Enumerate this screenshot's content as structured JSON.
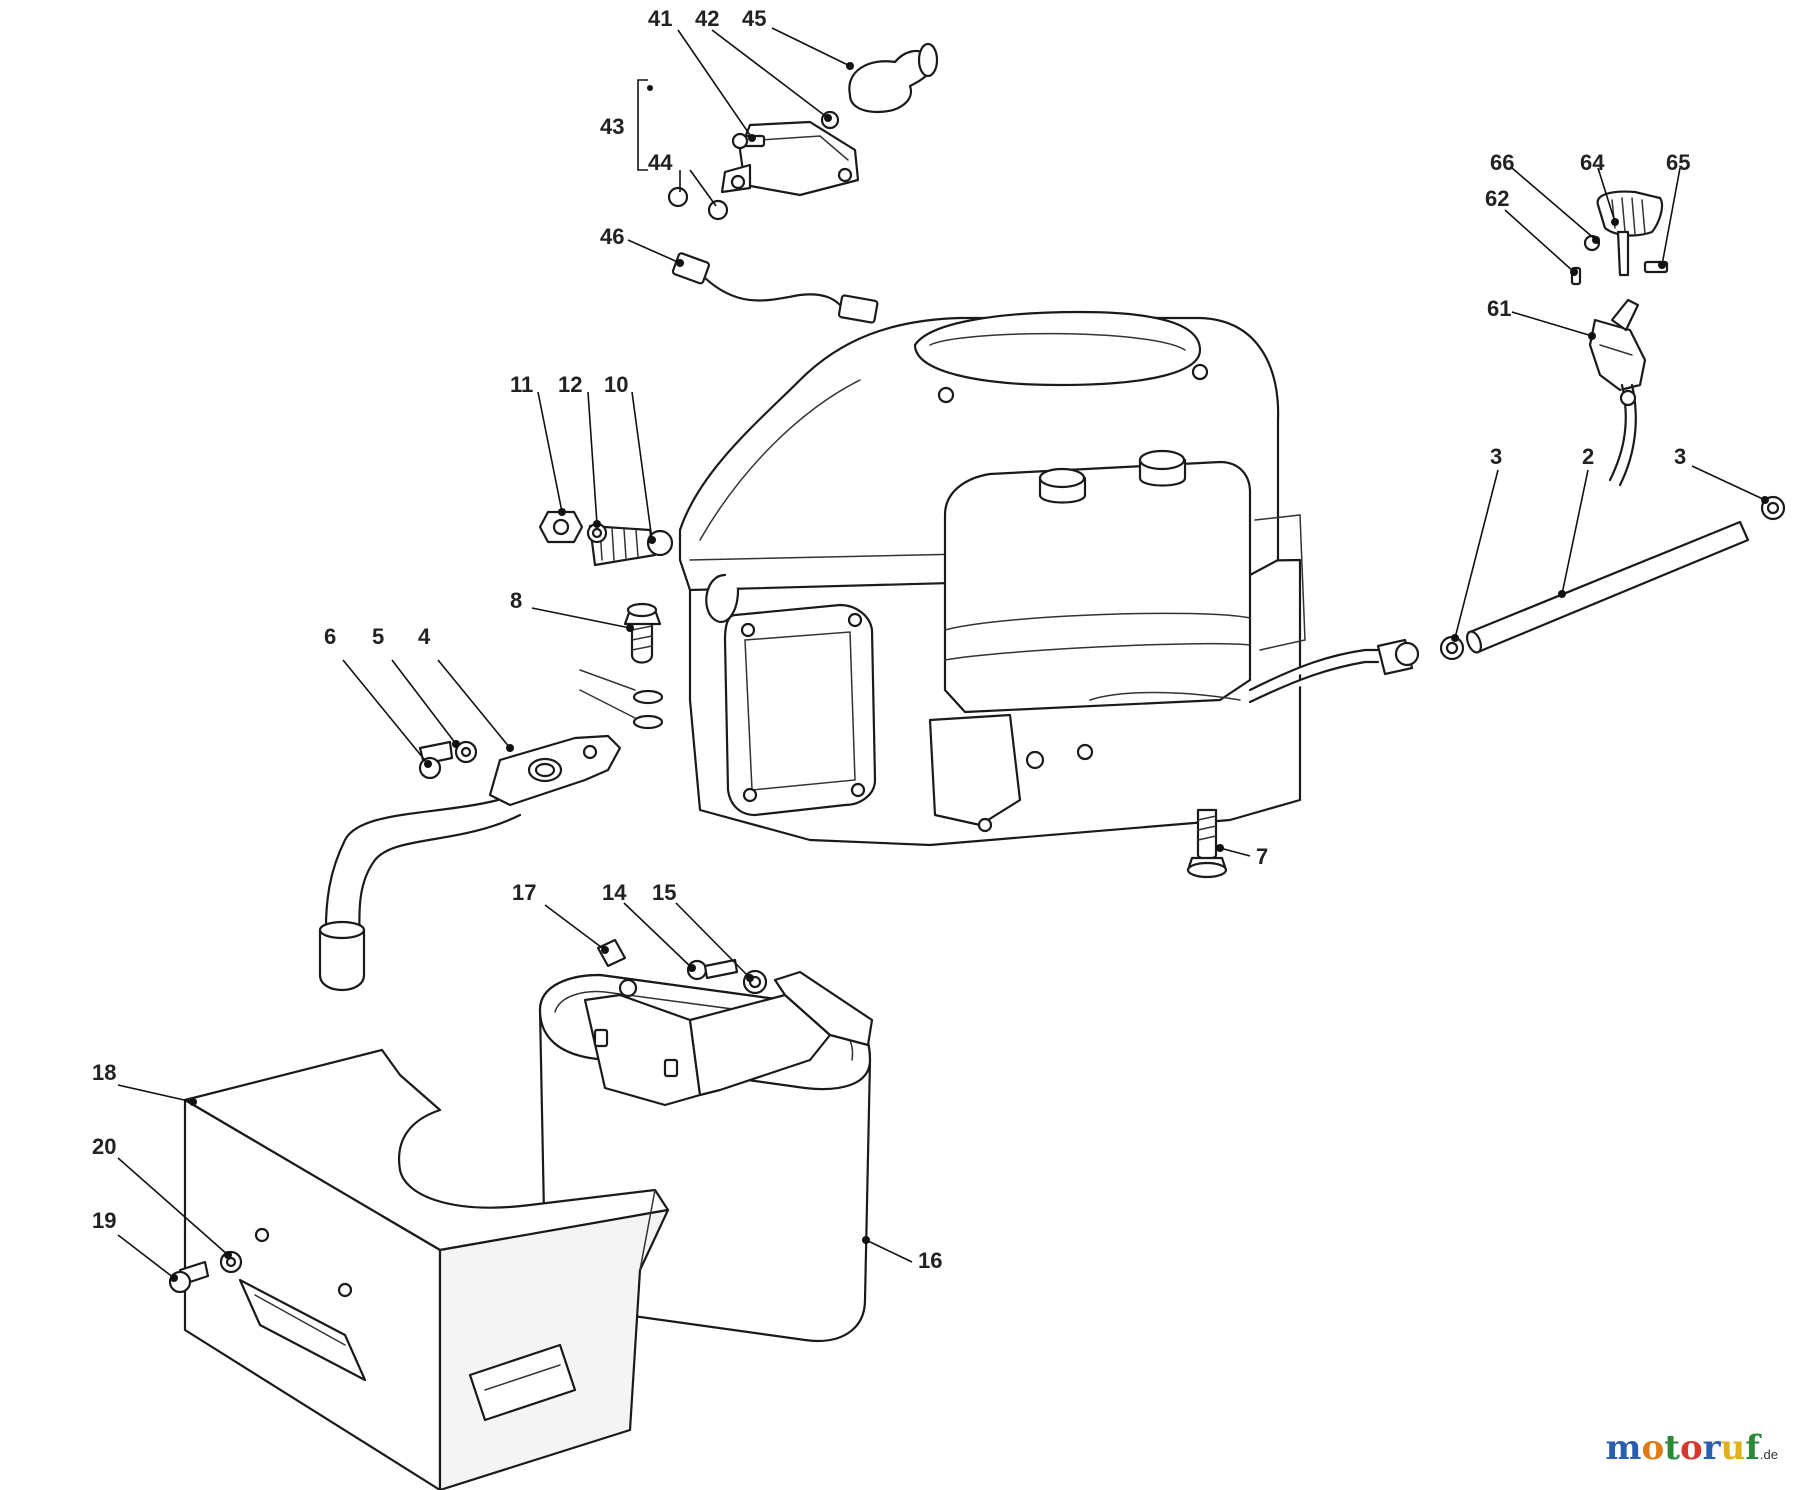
{
  "callouts": [
    {
      "id": "41",
      "label": "41"
    },
    {
      "id": "42",
      "label": "42"
    },
    {
      "id": "45",
      "label": "45"
    },
    {
      "id": "43",
      "label": "43"
    },
    {
      "id": "44",
      "label": "44"
    },
    {
      "id": "46",
      "label": "46"
    },
    {
      "id": "66",
      "label": "66"
    },
    {
      "id": "64",
      "label": "64"
    },
    {
      "id": "65",
      "label": "65"
    },
    {
      "id": "62",
      "label": "62"
    },
    {
      "id": "61",
      "label": "61"
    },
    {
      "id": "11",
      "label": "11"
    },
    {
      "id": "12",
      "label": "12"
    },
    {
      "id": "10",
      "label": "10"
    },
    {
      "id": "3a",
      "label": "3"
    },
    {
      "id": "2",
      "label": "2"
    },
    {
      "id": "3b",
      "label": "3"
    },
    {
      "id": "8",
      "label": "8"
    },
    {
      "id": "6",
      "label": "6"
    },
    {
      "id": "5",
      "label": "5"
    },
    {
      "id": "4",
      "label": "4"
    },
    {
      "id": "7",
      "label": "7"
    },
    {
      "id": "17",
      "label": "17"
    },
    {
      "id": "14",
      "label": "14"
    },
    {
      "id": "15",
      "label": "15"
    },
    {
      "id": "18",
      "label": "18"
    },
    {
      "id": "20",
      "label": "20"
    },
    {
      "id": "19",
      "label": "19"
    },
    {
      "id": "16",
      "label": "16"
    }
  ],
  "logo": {
    "letters": [
      {
        "ch": "m",
        "color": "#2a5fb0"
      },
      {
        "ch": "o",
        "color": "#e07b1a"
      },
      {
        "ch": "t",
        "color": "#2a8a3a"
      },
      {
        "ch": "o",
        "color": "#d8372f"
      },
      {
        "ch": "r",
        "color": "#2a5fb0"
      },
      {
        "ch": "u",
        "color": "#e0b21a"
      },
      {
        "ch": "f",
        "color": "#2a8a3a"
      }
    ],
    "suffix": ".de"
  }
}
